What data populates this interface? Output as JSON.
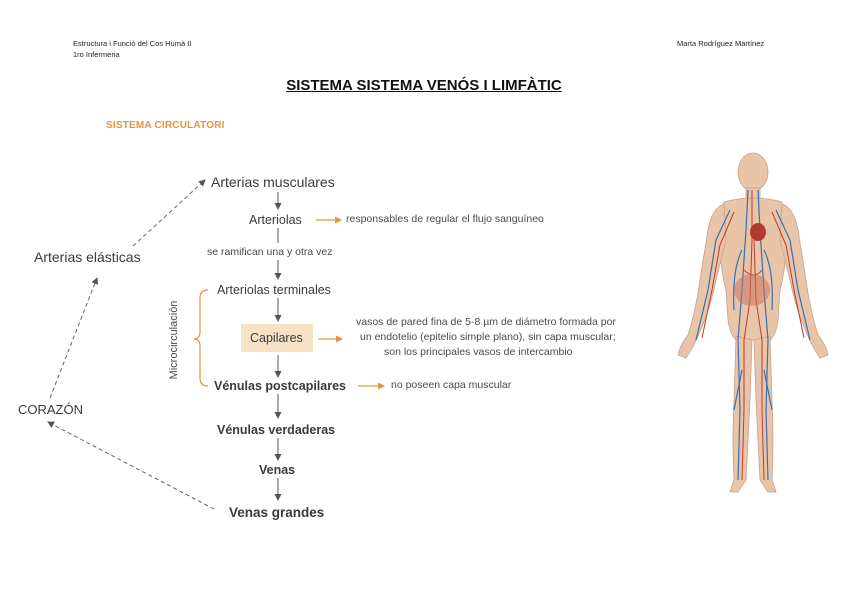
{
  "header": {
    "course": "Estructura i Funció del Cos Humà II",
    "year": "1ro Infermeria",
    "author": "Marta Rodríguez Martínez"
  },
  "title": "SISTEMA SISTEMA VENÓS I LIMFÀTIC",
  "section": "SISTEMA CIRCULATORI",
  "diagram": {
    "nodes": {
      "arterias_musculares": "Arterias musculares",
      "arteriolas": "Arteriolas",
      "ramifican": "se ramifican una y otra vez",
      "arteriolas_terminales": "Arteriolas terminales",
      "capilares": "Capilares",
      "venulas_postcapilares": "Vénulas postcapilares",
      "venulas_verdaderas": "Vénulas verdaderas",
      "venas": "Venas",
      "venas_grandes": "Venas grandes",
      "arterias_elasticas": "Arterias elásticas",
      "corazon": "CORAZÓN"
    },
    "microcirculacion": "Microcirculación",
    "notes": {
      "arteriolas": "responsables de regular el flujo sanguíneo",
      "capilares_1": "vasos de pared fina de 5-8 µm de diámetro formada por",
      "capilares_2": "un endotelio (epitelio simple plano), sin capa muscular;",
      "capilares_3": "son los principales vasos de intercambio",
      "venulas_postcapilares": "no poseen capa muscular"
    },
    "colors": {
      "accent": "#e8923a",
      "arrow": "#555555",
      "capilares_box": "#f6e3c6"
    }
  },
  "illustration": {
    "icon": "human-circulatory-system-icon"
  }
}
